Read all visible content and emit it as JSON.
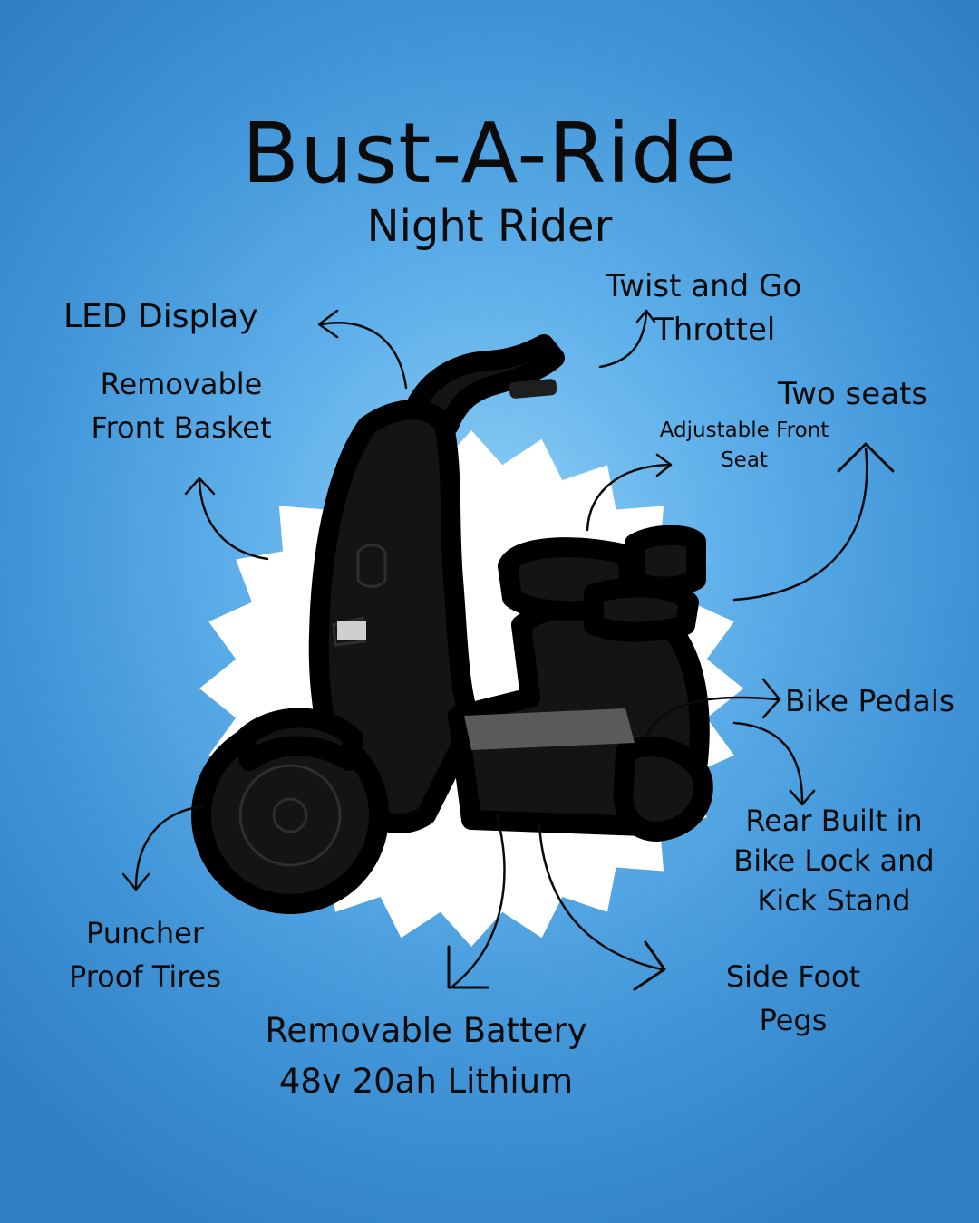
{
  "header": {
    "title": "Bust-A-Ride",
    "subtitle": "Night Rider"
  },
  "features": {
    "led_display": "LED Display",
    "basket": [
      "Removable",
      "Front Basket"
    ],
    "throttle": [
      "Twist and Go",
      "Throttel"
    ],
    "two_seats": "Two seats",
    "front_seat": [
      "Adjustable Front",
      "Seat"
    ],
    "bike_pedals": "Bike Pedals",
    "bike_lock": [
      "Rear Built in",
      "Bike Lock and",
      "Kick Stand"
    ],
    "foot_pegs": [
      "Side Foot",
      "Pegs"
    ],
    "tires": [
      "Puncher",
      "Proof Tires"
    ],
    "battery": [
      "Removable Battery",
      "48v 20ah Lithium"
    ]
  },
  "colors": {
    "background": "#3f93d6",
    "burst": "#ffffff",
    "scooter": "#141414",
    "text": "#0b0b0b"
  },
  "icons": [
    "curved-arrow-icon"
  ]
}
